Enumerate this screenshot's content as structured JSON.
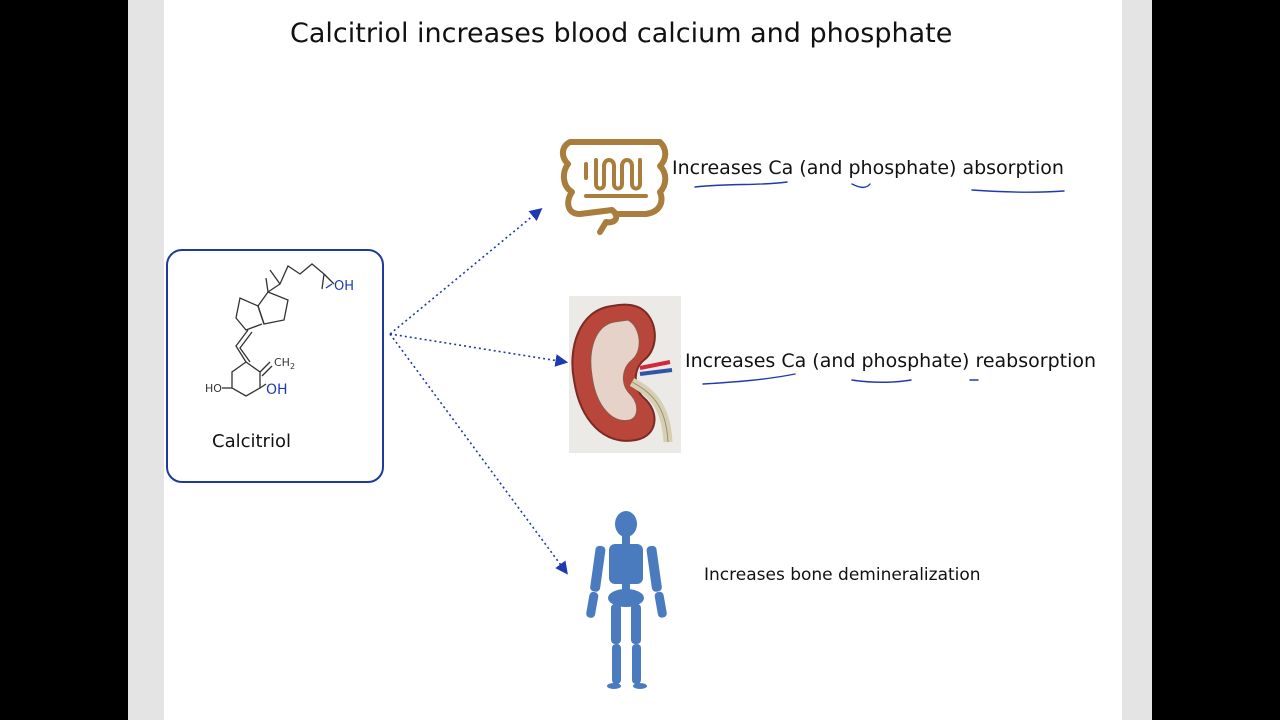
{
  "title": "Calcitriol increases blood calcium and phosphate",
  "molecule": {
    "name": "Calcitriol",
    "groups": {
      "oh_side_chain": "OH",
      "ch2": "CH",
      "ch2_sub": "2",
      "ho": "HO",
      "oh_ring": "OH"
    }
  },
  "effects": {
    "intestine": "Increases Ca (and phosphate) absorption",
    "kidney": "Increases Ca (and phosphate) reabsorption",
    "bone": "Increases bone demineralization"
  },
  "colors": {
    "arrow": "#1f3ab0",
    "box_border": "#1f3a9e",
    "annotation": "#1f3ab0",
    "intestine": "#a97d3c",
    "kidney_cortex": "#b8463a",
    "skeleton": "#4a7bbf"
  }
}
